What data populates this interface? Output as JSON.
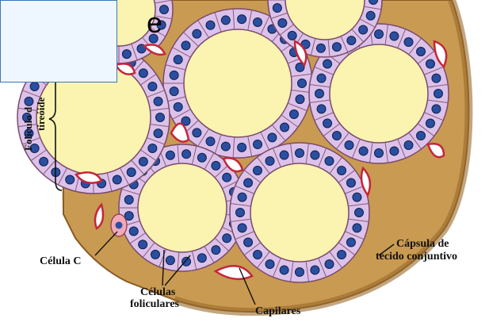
{
  "callout": {
    "text": "e"
  },
  "labels": {
    "follicle_line1": "Folículo d",
    "follicle_line2": "tireóide",
    "c_cell": "Célula C",
    "follicular_line1": "Células",
    "follicular_line2": "foliculares",
    "capillaries": "Capilares",
    "capsule_line1": "Cápsula de",
    "capsule_line2": "tecido conjuntivo"
  },
  "colors": {
    "colloid": "#fbf3b0",
    "cell": "#dcc2ea",
    "nucleus": "#2a4fa0",
    "connective": "#c99a52",
    "capillary": "#c4263a"
  }
}
